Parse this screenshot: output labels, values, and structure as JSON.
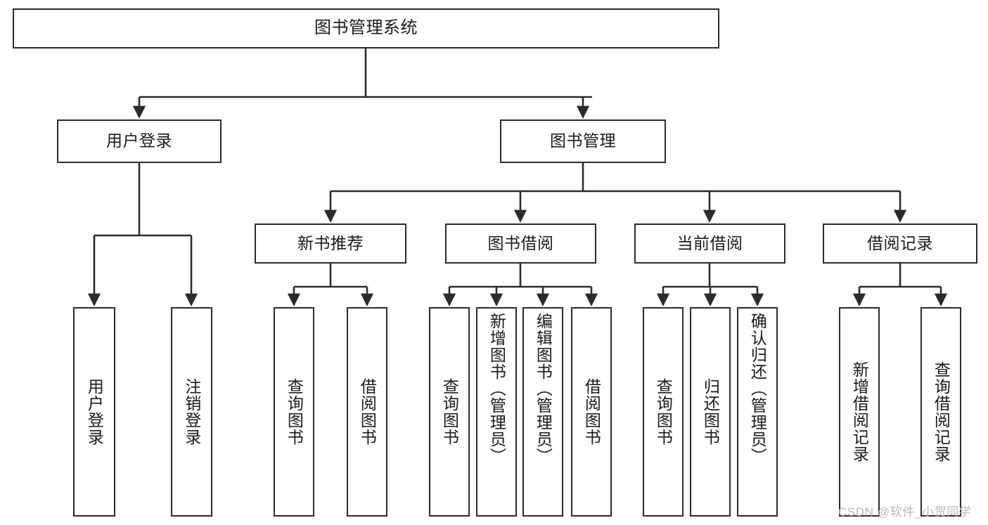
{
  "diagram": {
    "title": "图书管理系统",
    "type": "tree",
    "colors": {
      "box_border": "#2b2b2b",
      "box_fill": "#ffffff",
      "edge": "#2b2b2b",
      "background": "#ffffff",
      "watermark": "#b9b9b9"
    },
    "watermark": "CSDN @软件_小贺同学",
    "nodes": {
      "root": {
        "label": "图书管理系统",
        "level": 0
      },
      "l1": [
        {
          "id": "user_login",
          "label": "用户登录"
        },
        {
          "id": "book_manage",
          "label": "图书管理"
        }
      ],
      "l2": [
        {
          "id": "new_book_rec",
          "label": "新书推荐",
          "parent": "book_manage"
        },
        {
          "id": "book_borrow",
          "label": "图书借阅",
          "parent": "book_manage"
        },
        {
          "id": "current_borrow",
          "label": "当前借阅",
          "parent": "book_manage"
        },
        {
          "id": "borrow_record",
          "label": "借阅记录",
          "parent": "book_manage"
        }
      ],
      "leaves": {
        "user_login": [
          {
            "id": "leaf_user_login",
            "label": "用户登录"
          },
          {
            "id": "leaf_logout",
            "label": "注销登录"
          }
        ],
        "new_book_rec": [
          {
            "id": "leaf_query_book_1",
            "label": "查询图书"
          },
          {
            "id": "leaf_borrow_book_1",
            "label": "借阅图书"
          }
        ],
        "book_borrow": [
          {
            "id": "leaf_query_book_2",
            "label": "查询图书"
          },
          {
            "id": "leaf_add_book",
            "label": "新增图书（管理员）"
          },
          {
            "id": "leaf_edit_book",
            "label": "编辑图书（管理员）"
          },
          {
            "id": "leaf_borrow_book_2",
            "label": "借阅图书"
          }
        ],
        "current_borrow": [
          {
            "id": "leaf_query_book_3",
            "label": "查询图书"
          },
          {
            "id": "leaf_return_book",
            "label": "归还图书"
          },
          {
            "id": "leaf_confirm_return",
            "label": "确认归还（管理员）"
          }
        ],
        "borrow_record": [
          {
            "id": "leaf_add_record",
            "label": "新增借阅记录"
          },
          {
            "id": "leaf_query_record",
            "label": "查询借阅记录"
          }
        ]
      }
    }
  }
}
